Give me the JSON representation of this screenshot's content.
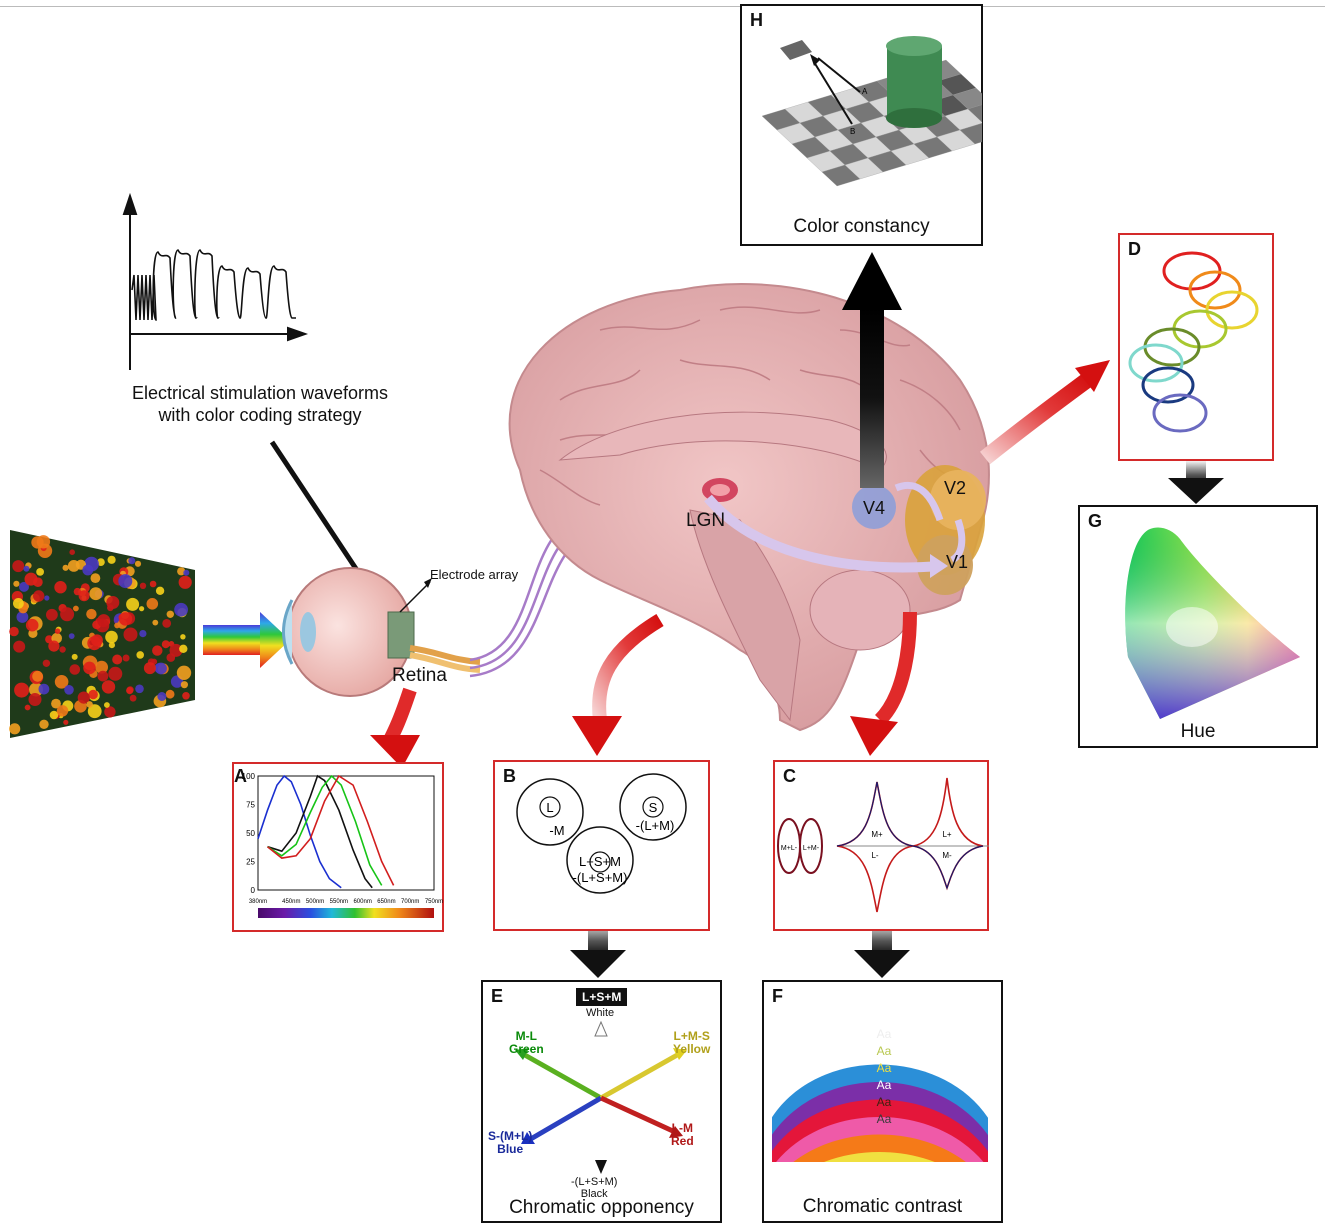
{
  "waveform": {
    "caption_line1": "Electrical stimulation waveforms",
    "caption_line2": "with color coding strategy"
  },
  "eye": {
    "electrode_label": "Electrode array",
    "retina_label": "Retina"
  },
  "brain": {
    "lgn": "LGN",
    "v1": "V1",
    "v2": "V2",
    "v4": "V4"
  },
  "panels": {
    "A": {
      "label": "A",
      "yticks": [
        "100",
        "75",
        "50",
        "25",
        "0"
      ],
      "xticks": [
        "380nm",
        "450nm",
        "500nm",
        "550nm",
        "600nm",
        "650nm",
        "700nm",
        "750nm"
      ]
    },
    "B": {
      "label": "B",
      "cell1_center": "L",
      "cell1_surround": "-M",
      "cell2_center": "S",
      "cell2_surround": "-(L+M)",
      "cell3_center": "L+S+M",
      "cell3_surround": "-(L+S+M)"
    },
    "C": {
      "label": "C",
      "ellipse1": "M+L-",
      "ellipse2": "L+M-",
      "curve1_top": "M+",
      "curve1_bottom": "L-",
      "curve2_top": "L+",
      "curve2_bottom": "M-"
    },
    "D": {
      "label": "D"
    },
    "E": {
      "label": "E",
      "top_box": "L+S+M",
      "white": "White",
      "ml": "M-L",
      "green": "Green",
      "lms": "L+M-S",
      "yellow": "Yellow",
      "sml": "S-(M+L)",
      "blue": "Blue",
      "lm": "L-M",
      "red": "Red",
      "neg": "-(L+S+M)",
      "black": "Black",
      "caption": "Chromatic opponency"
    },
    "F": {
      "label": "F",
      "aa": [
        "Aa",
        "Aa",
        "Aa",
        "Aa",
        "Aa",
        "Aa"
      ],
      "caption": "Chromatic contrast"
    },
    "G": {
      "label": "G",
      "caption": "Hue"
    },
    "H": {
      "label": "H",
      "caption": "Color constancy",
      "mark_a": "A",
      "mark_b": "B"
    }
  },
  "colors": {
    "red_border": "#d42a2a",
    "blue_curve": "#1a2fd0",
    "black_curve": "#111111",
    "green_curve": "#17c417",
    "red_curve": "#d21e1e"
  }
}
